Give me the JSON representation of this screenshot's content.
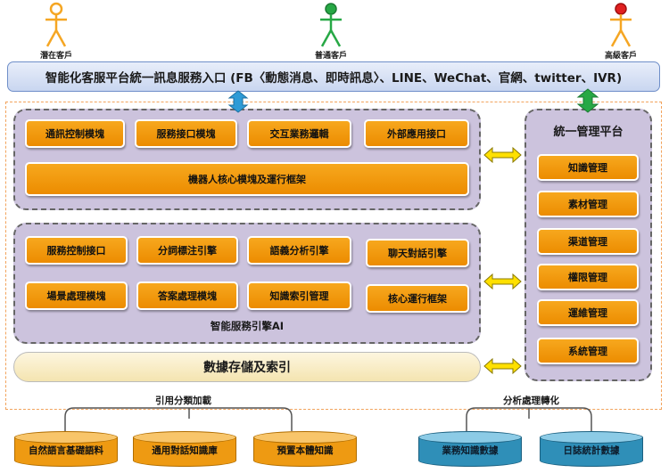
{
  "personas": [
    {
      "label": "潛在客戶",
      "color": "#f5a623"
    },
    {
      "label": "普通客戶",
      "color": "#27a845"
    },
    {
      "label": "高級客戶",
      "color": "#e02020"
    }
  ],
  "channel_banner": "智能化客服平台統一訊息服務入口 (FB〈動態消息、即時訊息〉、LINE、WeChat、官網、twitter、IVR)",
  "core_panel": {
    "modules": [
      "通訊控制模塊",
      "服務接口模塊",
      "交互業務邏輯",
      "外部應用接口"
    ],
    "wide_module": "機器人核心模塊及運行框架"
  },
  "ai_panel": {
    "title": "智能服務引擎AI",
    "row1": [
      "服務控制接口",
      "分詞標注引擎",
      "語義分析引擎",
      "聊天對話引擎"
    ],
    "row2": [
      "場景處理模塊",
      "答案處理模塊",
      "知識索引管理",
      "核心運行框架"
    ]
  },
  "storage": "數據存儲及索引",
  "mgmt_panel": {
    "title": "統一管理平台",
    "items": [
      "知識管理",
      "素材管理",
      "渠道管理",
      "權限管理",
      "運維管理",
      "系統管理"
    ]
  },
  "captions": {
    "left": "引用分類加載",
    "right": "分析處理轉化"
  },
  "sources_left": [
    "自然語言基礎語料",
    "通用對話知識庫",
    "預置本體知識"
  ],
  "sources_right": [
    "業務知識數據",
    "日誌統計數據"
  ],
  "colors": {
    "module_orange": "#f39a0f",
    "panel_purple": "#ccc3dd",
    "arrow_blue": "#2e9bd6",
    "arrow_green": "#27a845",
    "arrow_yellow": "#ffe000",
    "frame_orange": "#f2a35c"
  }
}
